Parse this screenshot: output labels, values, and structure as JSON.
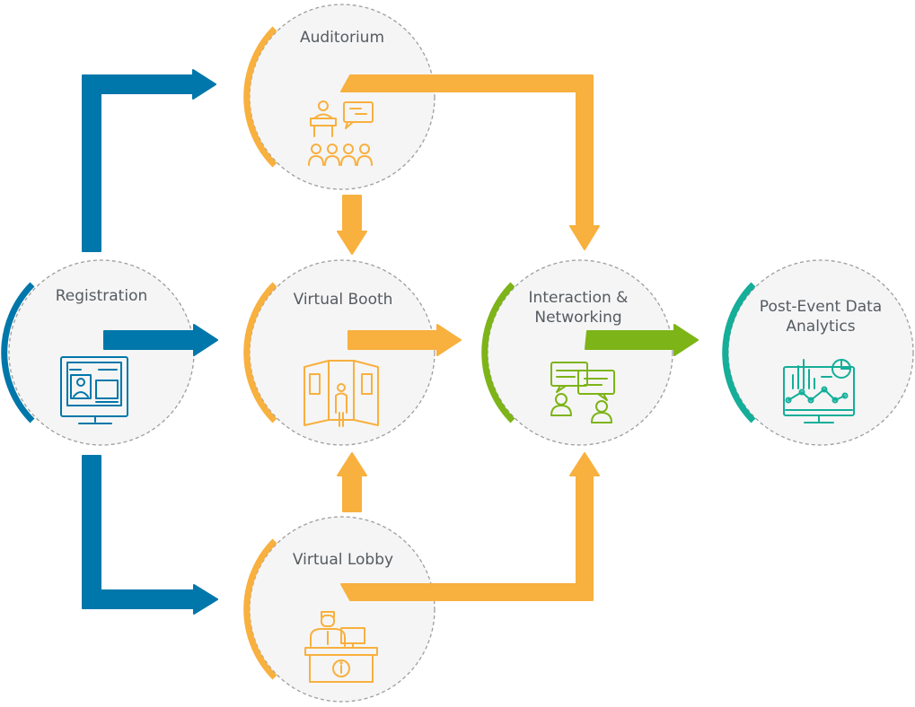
{
  "colors": {
    "blue": "#0077AA",
    "orange": "#F8B03E",
    "green": "#7DB417",
    "teal": "#14AE99",
    "circle_fill": "#F5F5F5",
    "circle_border": "#9E9E9E",
    "text": "#555B61"
  },
  "nodes": {
    "registration": {
      "label": "Registration",
      "icon": "registration-monitor-icon"
    },
    "auditorium": {
      "label": "Auditorium",
      "icon": "auditorium-presenter-icon"
    },
    "booth": {
      "label": "Virtual Booth",
      "icon": "virtual-booth-icon"
    },
    "lobby": {
      "label": "Virtual Lobby",
      "icon": "lobby-reception-icon"
    },
    "networking": {
      "label_line1": "Interaction &",
      "label_line2": "Networking",
      "icon": "chat-people-icon"
    },
    "analytics": {
      "label_line1": "Post-Event Data",
      "label_line2": "Analytics",
      "icon": "analytics-dashboard-icon"
    }
  }
}
